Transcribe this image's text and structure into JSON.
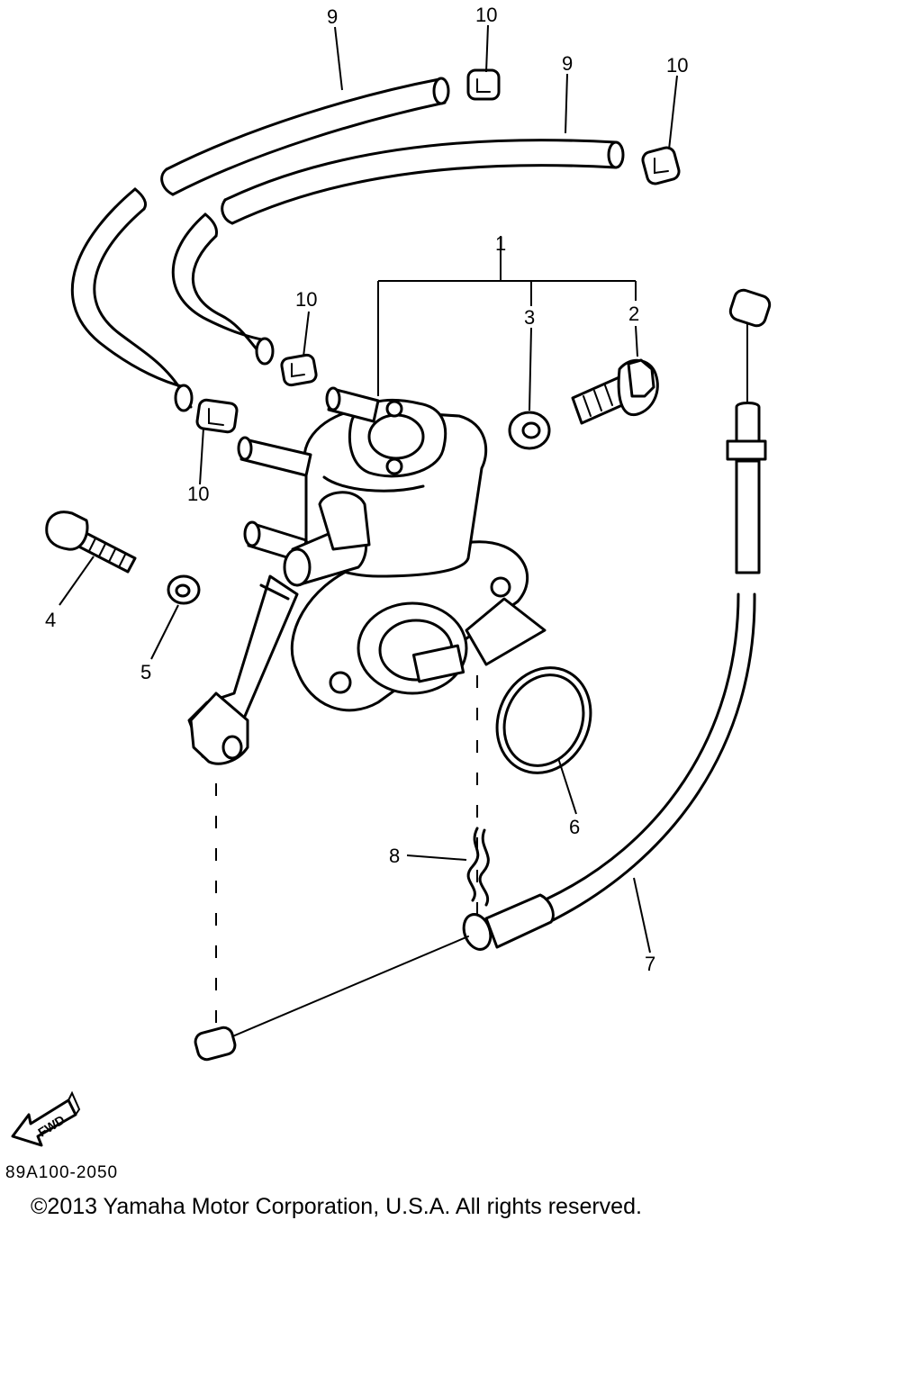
{
  "callouts": {
    "c1": "1",
    "c2": "2",
    "c3": "3",
    "c4": "4",
    "c5": "5",
    "c6": "6",
    "c7": "7",
    "c8": "8",
    "c9a": "9",
    "c9b": "9",
    "c10a": "10",
    "c10b": "10",
    "c10c": "10",
    "c10d": "10"
  },
  "fwd_label": "FWD",
  "diagram_code": "89A100-2050",
  "copyright": "©2013 Yamaha Motor Corporation, U.S.A. All rights reserved."
}
